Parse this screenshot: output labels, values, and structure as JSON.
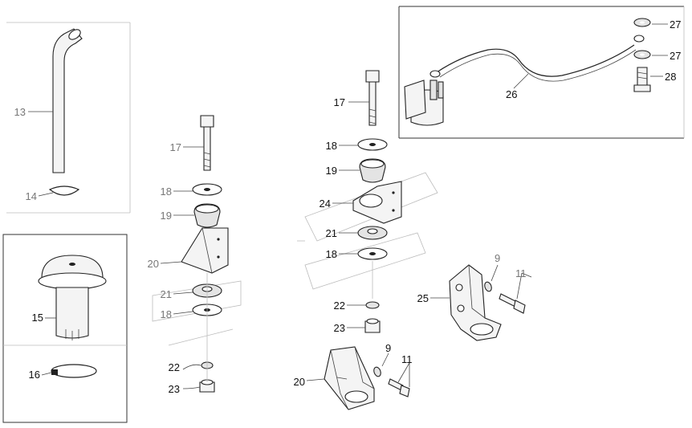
{
  "callouts": {
    "c13": "13",
    "c14": "14",
    "c15": "15",
    "c16": "16",
    "m17": "17",
    "m18a": "18",
    "m19": "19",
    "m20": "20",
    "m21": "21",
    "m18b": "18",
    "m22": "22",
    "m23": "23",
    "r17": "17",
    "r18a": "18",
    "r19": "19",
    "r24": "24",
    "r21": "21",
    "r18b": "18",
    "r22": "22",
    "r23": "23",
    "r20": "20",
    "r9a": "9",
    "r11a": "11",
    "r25": "25",
    "r9b": "9",
    "r11b": "11",
    "t26": "26",
    "t27a": "27",
    "t27b": "27",
    "t28": "28"
  }
}
